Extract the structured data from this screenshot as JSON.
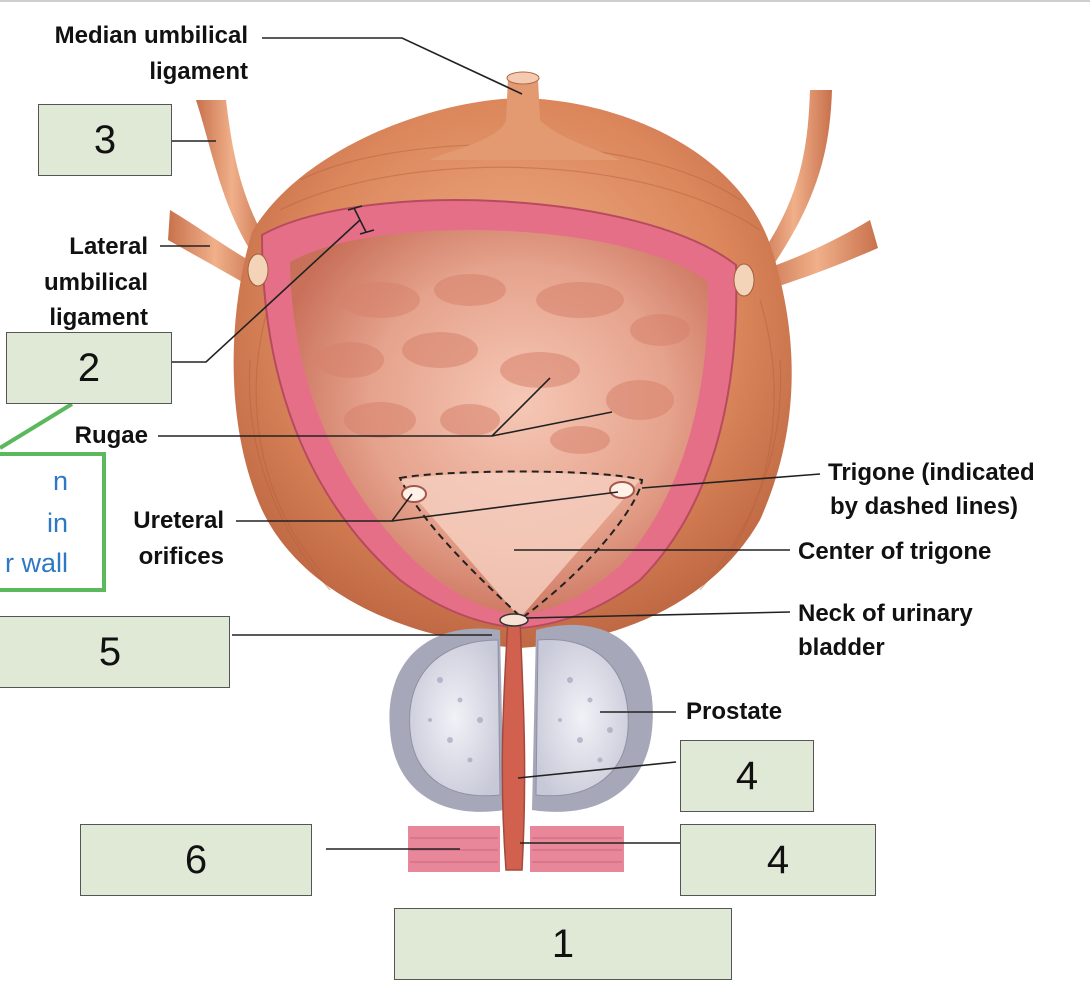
{
  "diagram": {
    "labels": {
      "median_umbilical_1": "Median umbilical",
      "median_umbilical_2": "ligament",
      "lateral_umbilical_1": "Lateral",
      "lateral_umbilical_2": "umbilical",
      "lateral_umbilical_3": "ligament",
      "rugae": "Rugae",
      "ureteral_1": "Ureteral",
      "ureteral_2": "orifices",
      "trigone_1": "Trigone (indicated",
      "trigone_2": "by dashed lines)",
      "center_trigone": "Center of trigone",
      "neck_1": "Neck of urinary",
      "neck_2": "bladder",
      "prostate": "Prostate"
    },
    "answer_boxes": {
      "box_3": "3",
      "box_2": "2",
      "box_5": "5",
      "box_4a": "4",
      "box_4b": "4",
      "box_6": "6",
      "box_1": "1"
    },
    "note_fragments": {
      "line1": "n",
      "line2": "in",
      "line3": "r wall"
    },
    "colors": {
      "box_fill": "#dfe9d6",
      "note_border": "#5cb85c",
      "note_text": "#2f78c4",
      "muscle": "#d9855d",
      "mucosa": "#e2a08c",
      "wall_pink": "#e66f86"
    }
  }
}
